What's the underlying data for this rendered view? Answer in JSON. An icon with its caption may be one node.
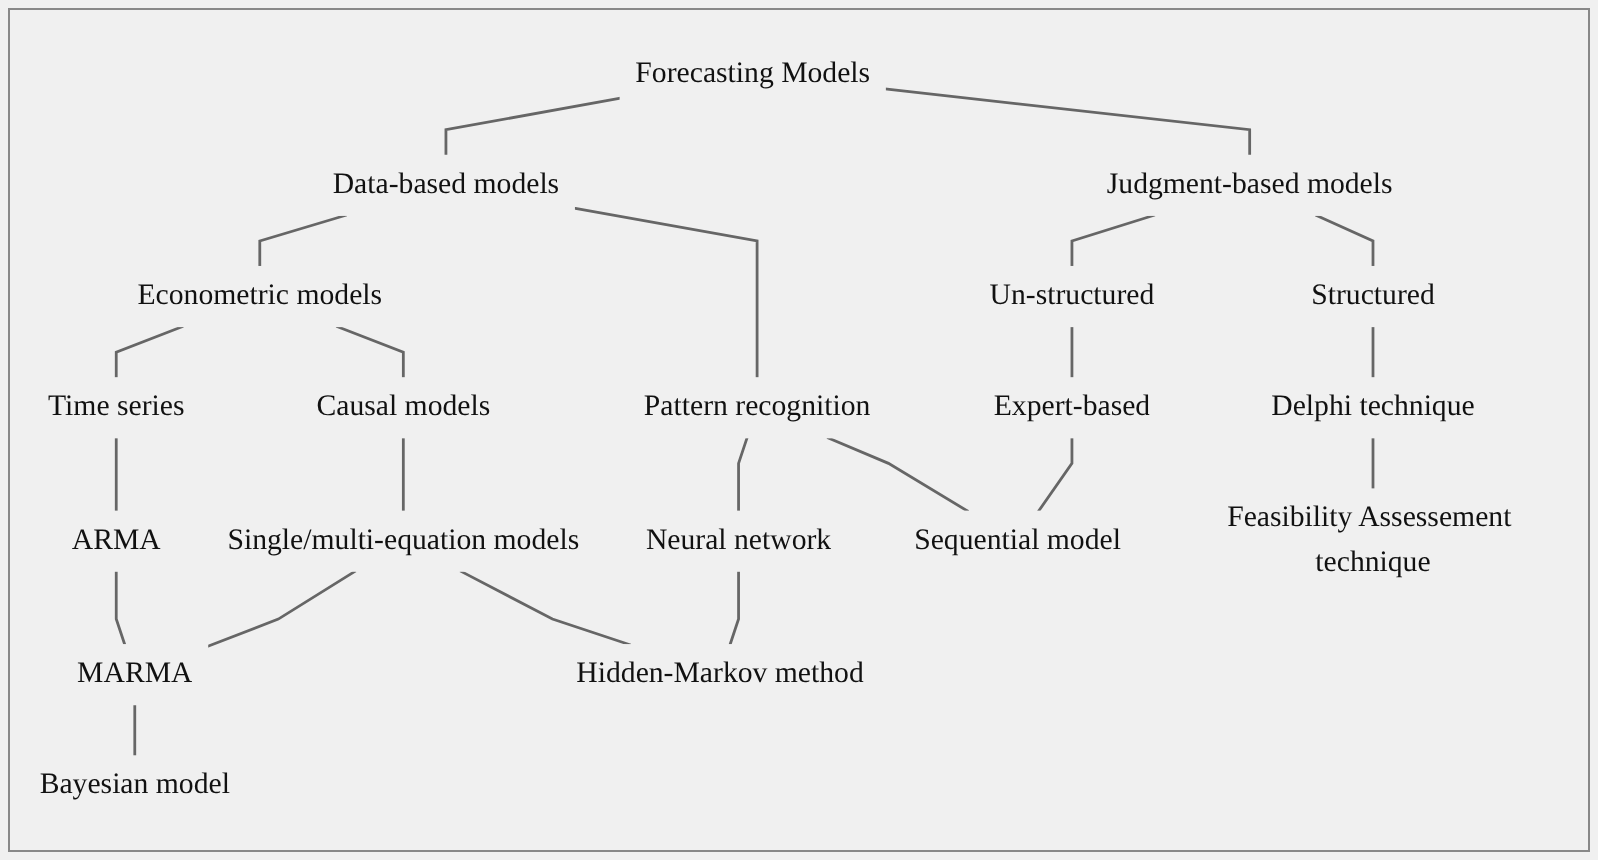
{
  "diagram": {
    "nodes": [
      {
        "text": [
          "Forecasting Models"
        ]
      },
      {
        "text": [
          "Data-based models"
        ]
      },
      {
        "text": [
          "Judgment-based models"
        ]
      },
      {
        "text": [
          "Econometric models"
        ]
      },
      {
        "text": [
          "Pattern recognition"
        ]
      },
      {
        "text": [
          "Un-structured"
        ]
      },
      {
        "text": [
          "Structured"
        ]
      },
      {
        "text": [
          "Time series"
        ]
      },
      {
        "text": [
          "Causal models"
        ]
      },
      {
        "text": [
          "Neural network"
        ]
      },
      {
        "text": [
          "Expert-based"
        ]
      },
      {
        "text": [
          "Delphi technique"
        ]
      },
      {
        "text": [
          "ARMA"
        ]
      },
      {
        "text": [
          "Single/multi-equation models"
        ]
      },
      {
        "text": [
          "Sequential model"
        ]
      },
      {
        "text": [
          "Feasibility Assessement technique"
        ]
      },
      {
        "text": [
          "MARMA"
        ]
      },
      {
        "text": [
          "Hidden-Markov method"
        ]
      },
      {
        "text": [
          "Bayesian model"
        ]
      }
    ],
    "edges": [
      {
        "from": 0,
        "to": 1,
        "arrow": "none"
      },
      {
        "from": 0,
        "to": 2,
        "arrow": "none"
      },
      {
        "from": 1,
        "to": 3,
        "arrow": "none"
      },
      {
        "from": 1,
        "to": 4,
        "arrow": "none"
      },
      {
        "from": 2,
        "to": 5,
        "arrow": "none"
      },
      {
        "from": 2,
        "to": 6,
        "arrow": "none"
      },
      {
        "from": 3,
        "to": 7,
        "arrow": "none"
      },
      {
        "from": 3,
        "to": 8,
        "arrow": "none"
      },
      {
        "from": 4,
        "to": 9,
        "arrow": "none"
      },
      {
        "from": 4,
        "to": 14,
        "arrow": "none"
      },
      {
        "from": 5,
        "to": 10,
        "arrow": "none"
      },
      {
        "from": 10,
        "to": 14,
        "arrow": "none"
      },
      {
        "from": 6,
        "to": 11,
        "arrow": "none"
      },
      {
        "from": 11,
        "to": 15,
        "arrow": "none"
      },
      {
        "from": 7,
        "to": 12,
        "arrow": "none"
      },
      {
        "from": 8,
        "to": 13,
        "arrow": "none"
      },
      {
        "from": 12,
        "to": 16,
        "arrow": "none"
      },
      {
        "from": 13,
        "to": 16,
        "arrow": "none"
      },
      {
        "from": 13,
        "to": 17,
        "arrow": "none"
      },
      {
        "from": 9,
        "to": 17,
        "arrow": "none"
      },
      {
        "from": 16,
        "to": 18,
        "arrow": "none"
      }
    ]
  }
}
